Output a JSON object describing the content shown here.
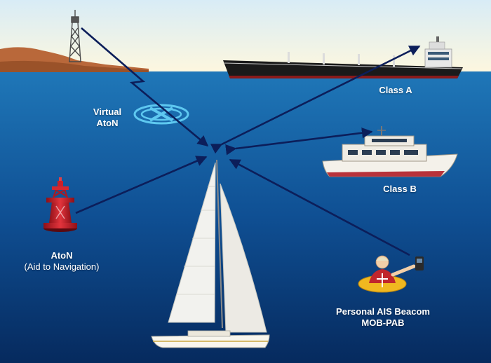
{
  "labels": {
    "virtual_aton_line1": "Virtual",
    "virtual_aton_line2": "AtoN",
    "class_a": "Class A",
    "class_b": "Class B",
    "aton": "AtoN",
    "aton_sub": "(Aid to Navigation)",
    "pab_line1": "Personal AIS Beacom",
    "pab_line2": "MOB-PAB"
  },
  "colors": {
    "sky_top": "#d8ecf6",
    "sky_bottom": "#fdf7df",
    "sea_top": "#1f77b8",
    "sea_bottom": "#062a5e",
    "arrow": "#0c1e5a",
    "buoy_red": "#c9202a",
    "land": "#b9683a"
  }
}
